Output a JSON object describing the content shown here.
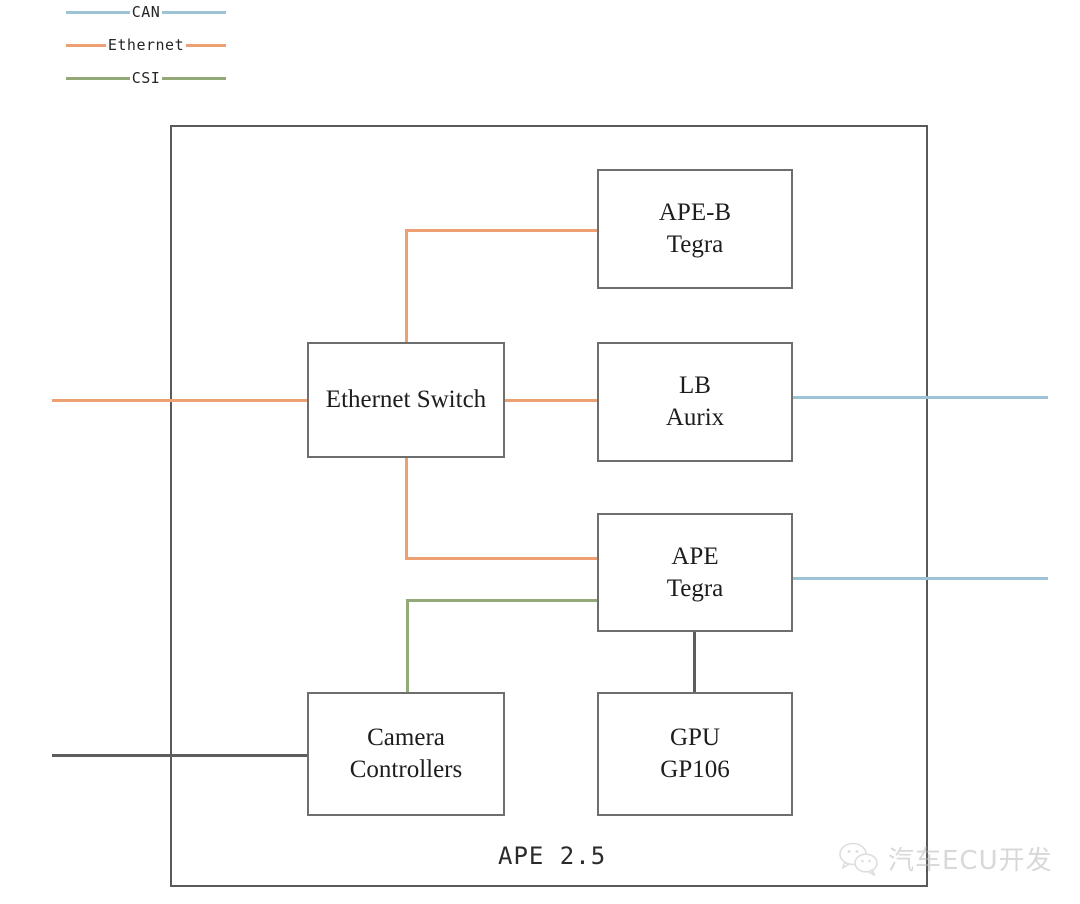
{
  "legend": {
    "items": [
      {
        "label": "CAN",
        "color": "#9dc3d4"
      },
      {
        "label": "Ethernet",
        "color": "#eda173"
      },
      {
        "label": "CSI",
        "color": "#93a977"
      }
    ]
  },
  "colors": {
    "can": "#9dc3d4",
    "ethernet": "#eda173",
    "csi": "#93a977",
    "wire_gray": "#5d5d5d",
    "box_border": "#6e6e6e",
    "outer_border": "#5a5a5a",
    "text": "#1d1d1d",
    "watermark": "#b9b9b9"
  },
  "container": {
    "label": "APE 2.5"
  },
  "nodes": [
    {
      "id": "ape-b",
      "line1": "APE-B",
      "line2": "Tegra"
    },
    {
      "id": "ethernet-switch",
      "line1": "Ethernet Switch",
      "line2": ""
    },
    {
      "id": "lb-aurix",
      "line1": "LB",
      "line2": "Aurix"
    },
    {
      "id": "ape",
      "line1": "APE",
      "line2": "Tegra"
    },
    {
      "id": "camera-controllers",
      "line1": "Camera",
      "line2": "Controllers"
    },
    {
      "id": "gpu",
      "line1": "GPU",
      "line2": "GP106"
    }
  ],
  "connections": [
    {
      "id": "ethernet-external-in",
      "bus": "Ethernet",
      "from": "external-left",
      "to": "ethernet-switch"
    },
    {
      "id": "ethernet-switch-to-ape-b",
      "bus": "Ethernet",
      "from": "ethernet-switch",
      "to": "ape-b"
    },
    {
      "id": "ethernet-switch-to-lb",
      "bus": "Ethernet",
      "from": "ethernet-switch",
      "to": "lb-aurix"
    },
    {
      "id": "ethernet-switch-to-ape",
      "bus": "Ethernet",
      "from": "ethernet-switch",
      "to": "ape"
    },
    {
      "id": "can-lb-external-out",
      "bus": "CAN",
      "from": "lb-aurix",
      "to": "external-right"
    },
    {
      "id": "can-ape-external-out",
      "bus": "CAN",
      "from": "ape",
      "to": "external-right"
    },
    {
      "id": "csi-camera-to-ape",
      "bus": "CSI",
      "from": "camera-controllers",
      "to": "ape"
    },
    {
      "id": "camera-external-in",
      "bus": "Video",
      "from": "external-left",
      "to": "camera-controllers"
    },
    {
      "id": "ape-to-gpu",
      "bus": "PCIe",
      "from": "ape",
      "to": "gpu"
    }
  ],
  "watermark": {
    "text": "汽车ECU开发",
    "icon": "wechat-icon"
  }
}
